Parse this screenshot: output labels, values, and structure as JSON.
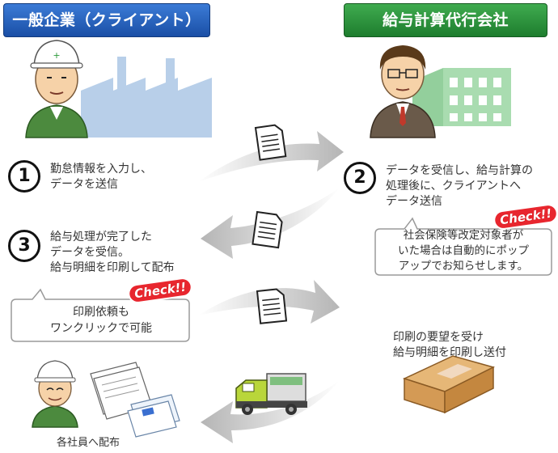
{
  "headers": {
    "client": "一般企業（クライアント）",
    "payroll_company": "給与計算代行会社"
  },
  "steps": [
    {
      "number": "1",
      "text_lines": [
        "勤怠情報を入力し、",
        "データを送信"
      ]
    },
    {
      "number": "2",
      "text_lines": [
        "データを受信し、給与計算の",
        "処理後に、クライアントへ",
        "データ送信"
      ]
    },
    {
      "number": "3",
      "text_lines": [
        "給与処理が完了した",
        "データを受信。",
        "給与明細を印刷して配布"
      ]
    }
  ],
  "notes": {
    "social_insurance": [
      "社会保険等改定対象者が",
      "いた場合は自動的にポップ",
      "アップでお知らせします。"
    ],
    "print_request": [
      "印刷依頼も",
      "ワンクリックで可能"
    ],
    "print_and_ship": [
      "印刷の要望を受け",
      "給与明細を印刷し送付"
    ]
  },
  "badges": {
    "check_label": "Check!!"
  },
  "captions": {
    "distribute": "各社員へ配布"
  },
  "icons": [
    "document-icon",
    "factory-icon",
    "office-building-icon",
    "cardboard-box-icon",
    "delivery-truck-icon",
    "envelope-icon",
    "worker-icon",
    "businessman-icon"
  ],
  "colors": {
    "client_blue": "#1a4fa6",
    "payroll_green": "#1e7d2e",
    "check_red": "#e8262e",
    "arrow_gray": "#b8b8b8"
  }
}
